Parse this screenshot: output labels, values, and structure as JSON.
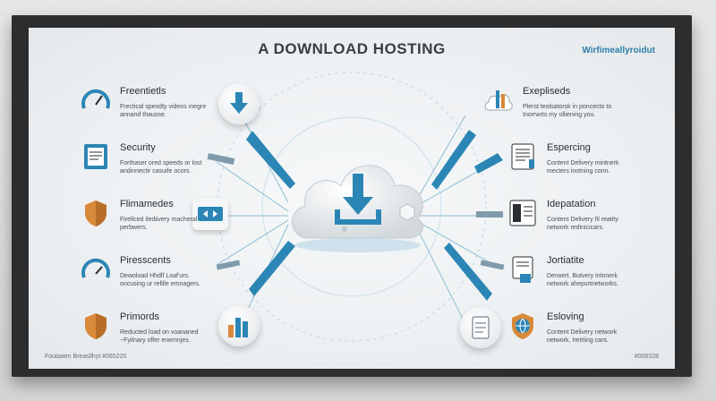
{
  "title": "A DOWNLOAD HOSTING",
  "brand": "Wirfimeallyroidut",
  "footer_left": "Foutaaen Breasllhyt #065220",
  "footer_right": "#006328",
  "left_features": [
    {
      "title": "Freentietls",
      "desc": "Frectical spexdty videos inegre annand thausse.",
      "icon": "gauge-icon"
    },
    {
      "title": "Security",
      "desc": "Forthaser ored speeds or lost andinnectir casuife ocors.",
      "icon": "document-icon"
    },
    {
      "title": "Flimamedes",
      "desc": "Firellced ilediivery macheral perbwers.",
      "icon": "shield-icon"
    },
    {
      "title": "Piresscents",
      "desc": "Dewoload Hhdlf Loaf'urs. oncusing ur refille emnagers.",
      "icon": "gauge-icon"
    },
    {
      "title": "Primords",
      "desc": "Reducted load on voananed ~Fyilnary offer enemnjes.",
      "icon": "shield-icon"
    }
  ],
  "right_features": [
    {
      "title": "Exepliseds",
      "desc": "Plerst teolsatorsk in poncecto to Inorrwrts my olliening you.",
      "icon": "cloud-bars-icon"
    },
    {
      "title": "Espercing",
      "desc": "Content Delivery mintnerk mecters inotning conn.",
      "icon": "document-icon"
    },
    {
      "title": "Idepatation",
      "desc": "Content Delivery fil reatity network redinicicars.",
      "icon": "document-icon"
    },
    {
      "title": "Jortiatite",
      "desc": "Derwert. Butvery intnnerk network ahepsrtnetworks.",
      "icon": "document-icon"
    },
    {
      "title": "Esloving",
      "desc": "Content Delivery network network, Iretriing cars.",
      "icon": "globe-shield-icon"
    }
  ],
  "colors": {
    "accent": "#2c86b5",
    "orange": "#d9893a",
    "dark": "#2a2d31"
  }
}
